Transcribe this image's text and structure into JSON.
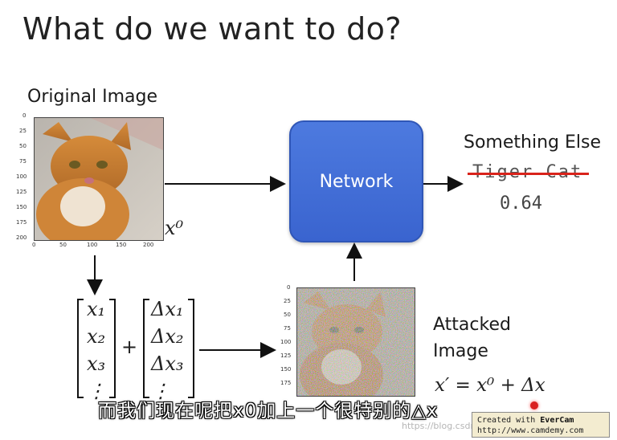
{
  "title": "What do we want to do?",
  "original_label": "Original Image",
  "x0_label": "x⁰",
  "network_label": "Network",
  "output_label": "Something Else",
  "struck_label": "Tiger Cat",
  "confidence": "0.64",
  "attacked_label_line1": "Attacked",
  "attacked_label_line2": "Image",
  "equation": "x′ = x⁰ + Δx",
  "vector_x": [
    "x₁",
    "x₂",
    "x₃",
    "⋮"
  ],
  "vector_dx": [
    "Δx₁",
    "Δx₂",
    "Δx₃",
    "⋮"
  ],
  "plus_sign": "+",
  "y_ticks": [
    "0",
    "25",
    "50",
    "75",
    "100",
    "125",
    "150",
    "175",
    "200"
  ],
  "x_ticks": [
    "0",
    "50",
    "100",
    "150",
    "200"
  ],
  "subtitle": "而我们现在呢把x0加上一个很特别的△x",
  "watermark": {
    "line1_prefix": "Created with ",
    "line1_brand": "EverCam",
    "line2": "http://www.camdemy.com"
  },
  "blog_text": "https://blog.csdn.net/...",
  "colors": {
    "network_blue": "#3f6ad6",
    "strike_red": "#d9231b"
  }
}
